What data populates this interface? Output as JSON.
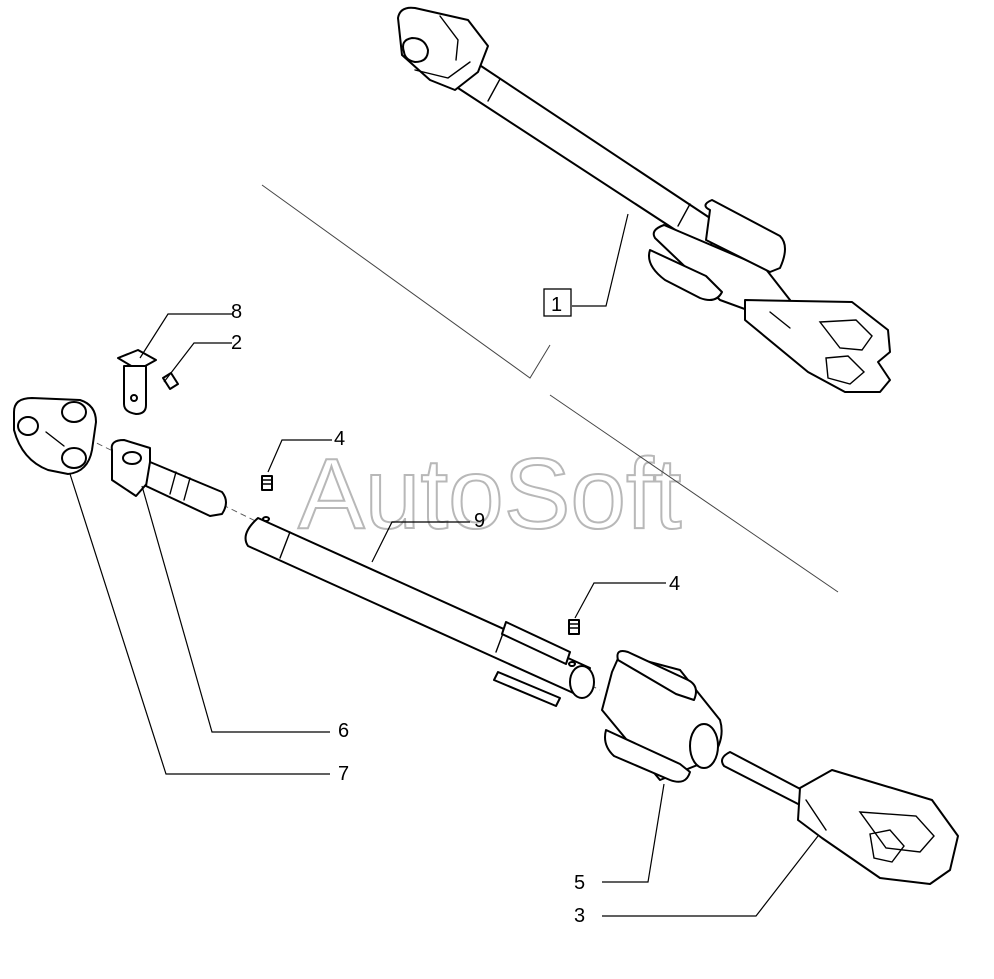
{
  "watermark": "AutoSoft",
  "callouts": {
    "c1": "1",
    "c2": "2",
    "c3": "3",
    "c4a": "4",
    "c4b": "4",
    "c5": "5",
    "c6": "6",
    "c7": "7",
    "c8": "8",
    "c9": "9"
  },
  "colors": {
    "line": "#000000",
    "watermark": "#b8b8b8",
    "background": "#ffffff"
  }
}
